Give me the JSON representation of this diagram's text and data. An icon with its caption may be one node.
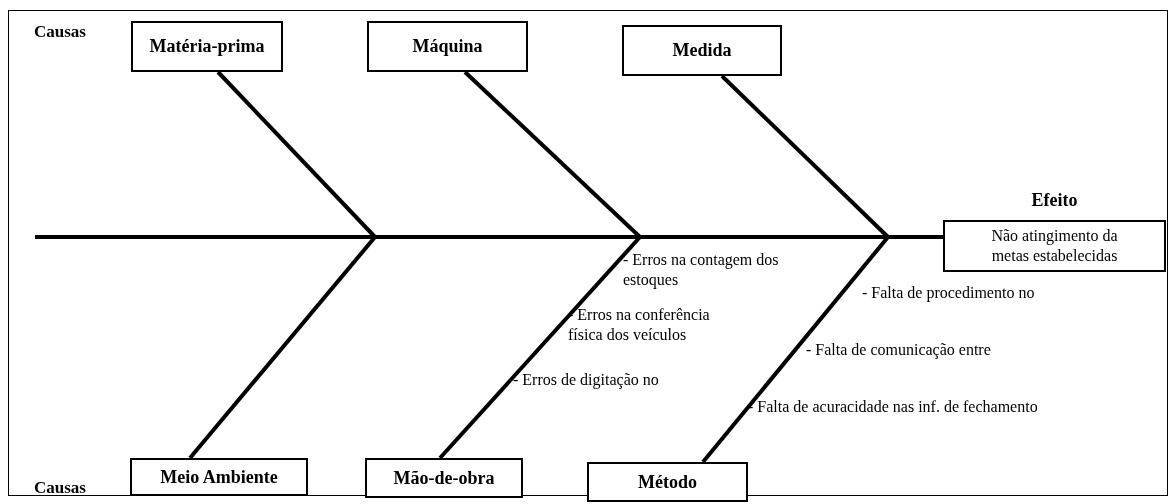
{
  "diagram": {
    "nodes": [
      {
        "text": [
          "Matéria-prima"
        ]
      },
      {
        "text": [
          "Máquina"
        ]
      },
      {
        "text": [
          "Medida"
        ]
      },
      {
        "text": [
          "Meio Ambiente"
        ]
      },
      {
        "text": [
          "Mão-de-obra"
        ]
      },
      {
        "text": [
          "Método"
        ]
      },
      {
        "text": [
          "Efeito",
          "Não atingimento da metas estabelecidas"
        ]
      }
    ],
    "edges": [
      {
        "from": null,
        "to": 6,
        "arrow": "none"
      },
      {
        "from": 0,
        "to": null,
        "arrow": "none"
      },
      {
        "from": 1,
        "to": null,
        "arrow": "none"
      },
      {
        "from": 2,
        "to": null,
        "arrow": "none"
      },
      {
        "from": 3,
        "to": null,
        "arrow": "none"
      },
      {
        "from": 4,
        "to": null,
        "arrow": "none"
      },
      {
        "from": 5,
        "to": null,
        "arrow": "none"
      }
    ],
    "labels": [
      "Causas",
      "Causas",
      "- Erros na contagem dos estoques",
      "- Erros na conferência física dos veículos",
      "- Erros de digitação no",
      "- Falta de procedimento no",
      "- Falta de comunicação entre",
      "- Falta de acuracidade nas inf. de fechamento"
    ]
  }
}
